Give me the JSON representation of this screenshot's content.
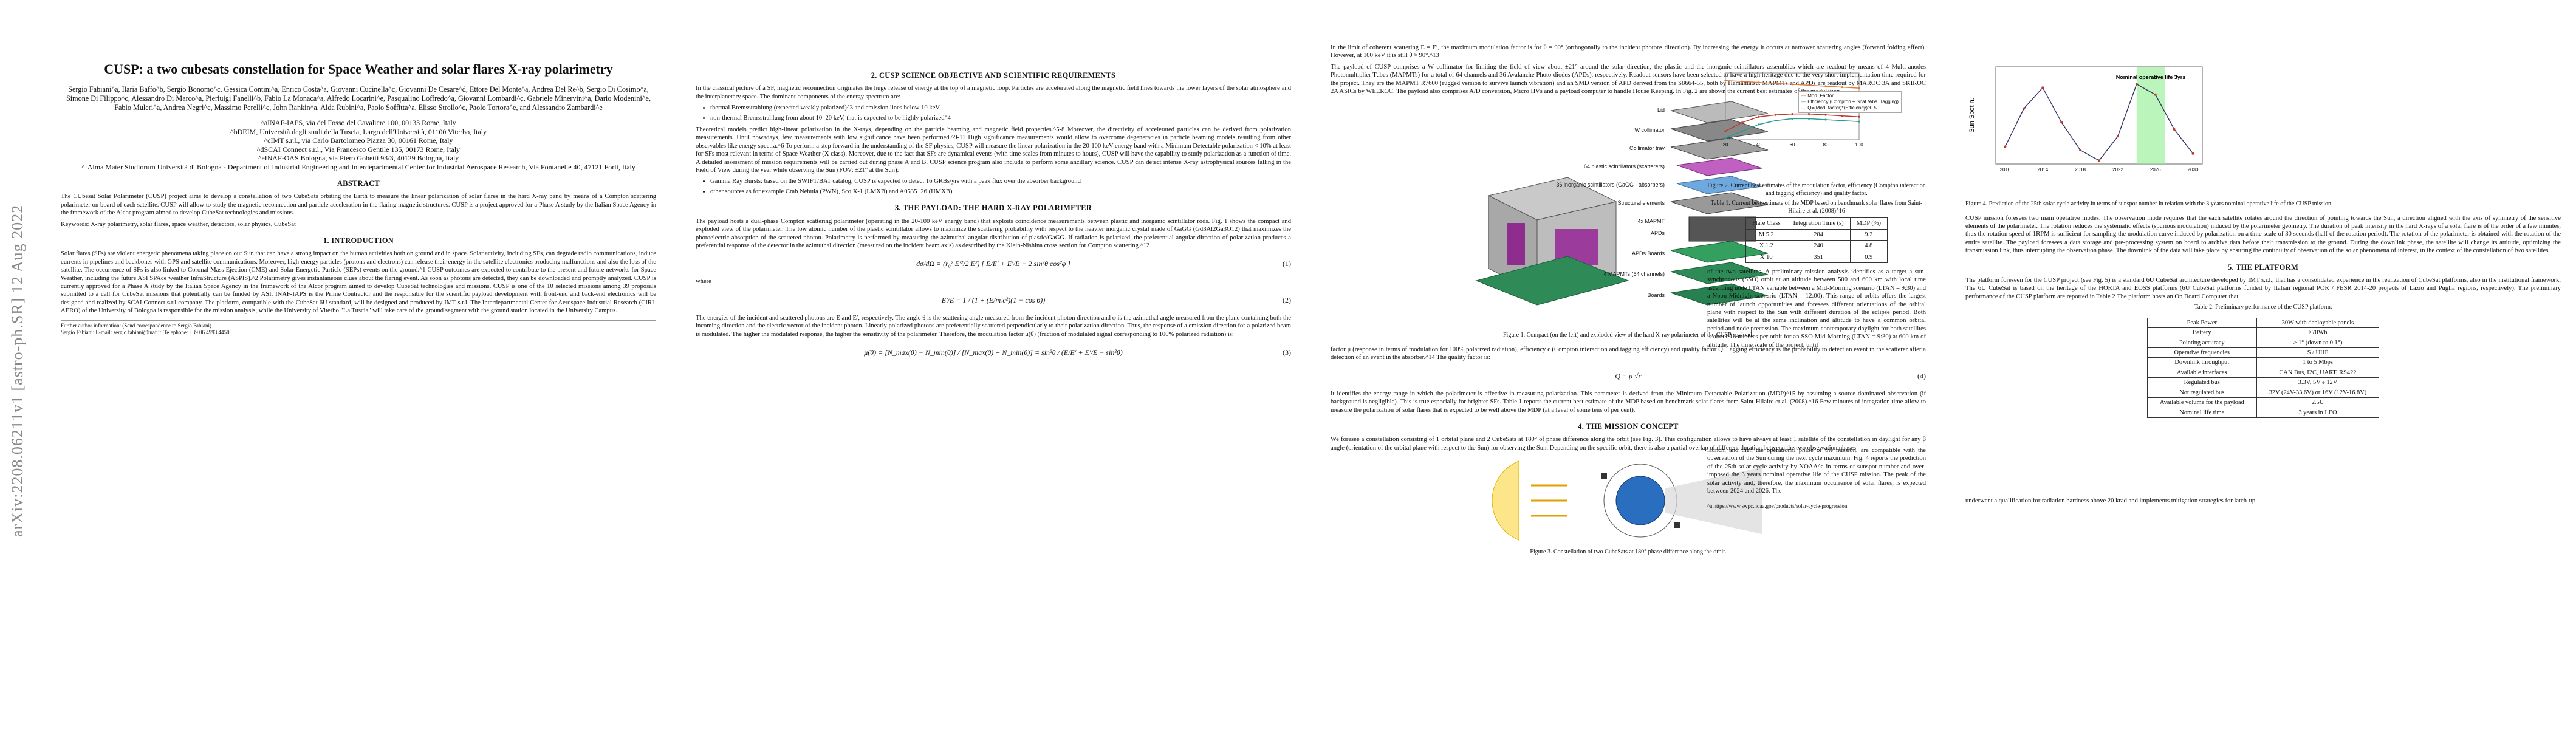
{
  "arxiv_id": "arXiv:2208.06211v1  [astro-ph.SR]  12 Aug 2022",
  "p1": {
    "title": "CUSP: a two cubesats constellation for Space Weather and solar flares X-ray polarimetry",
    "authors": "Sergio Fabiani^a, Ilaria Baffo^b, Sergio Bonomo^c, Gessica Contini^a, Enrico Costa^a, Giovanni Cucinella^c, Giovanni De Cesare^d, Ettore Del Monte^a, Andrea Del Re^b, Sergio Di Cosimo^a, Simone Di Filippo^c, Alessandro Di Marco^a, Pierluigi Fanelli^b, Fabio La Monaca^a, Alfredo Locarini^e, Pasqualino Loffredo^a, Giovanni Lombardi^c, Gabriele Minervini^a, Dario Modenini^e, Fabio Muleri^a, Andrea Negri^c, Massimo Perelli^c, John Rankin^a, Alda Rubini^a, Paolo Soffitta^a, Elisso Strollo^c, Paolo Tortora^e, and Alessandro Zambardi^e",
    "affiliations": [
      "^aINAF-IAPS, via del Fosso del Cavaliere 100, 00133 Rome, Italy",
      "^bDEIM, Università degli studi della Tuscia, Largo dell'Università, 01100 Viterbo, Italy",
      "^cIMT s.r.l., via Carlo Bartolomeo Piazza 30, 00161 Rome, Italy",
      "^dSCAI Connect s.r.l., Via Francesco Gentile 135, 00173 Rome, Italy",
      "^eINAF-OAS Bologna, via Piero Gobetti 93/3, 40129 Bologna, Italy",
      "^fAlma Mater Studiorum Università di Bologna - Department of Industrial Engineering and Interdepartmental Center for Industrial Aerospace Research, Via Fontanelle 40, 47121 Forlì, Italy"
    ],
    "abstract_head": "ABSTRACT",
    "abstract": "The CUbesat Solar Polarimeter (CUSP) project aims to develop a constellation of two CubeSats orbiting the Earth to measure the linear polarization of solar flares in the hard X-ray band by means of a Compton scattering polarimeter on board of each satellite. CUSP will allow to study the magnetic reconnection and particle acceleration in the flaring magnetic structures. CUSP is a project approved for a Phase A study by the Italian Space Agency in the framework of the Alcor program aimed to develop CubeSat technologies and missions.",
    "keywords": "Keywords: X-ray polarimetry, solar flares, space weather, detectors, solar physics, CubeSat",
    "intro_head": "1. INTRODUCTION",
    "intro": "Solar flares (SFs) are violent energetic phenomena taking place on our Sun that can have a strong impact on the human activities both on ground and in space. Solar activity, including SFs, can degrade radio communications, induce currents in pipelines and backbones with GPS and satellite communications. Moreover, high-energy particles (protons and electrons) can release their energy in the satellite electronics producing malfunctions and also the loss of the satellite. The occurrence of SFs is also linked to Coronal Mass Ejection (CME) and Solar Energetic Particle (SEPs) events on the ground.^1 CUSP outcomes are expected to contribute to the present and future networks for Space Weather, including the future ASI SPAce weather InfraStructure (ASPIS).^2 Polarimetry gives instantaneous clues about the flaring event. As soon as photons are detected, they can be downloaded and promptly analyzed. CUSP is currently approved for a Phase A study by the Italian Space Agency in the framework of the Alcor program aimed to develop CubeSat technologies and missions. CUSP is one of the 10 selected missions among 39 proposals submitted to a call for CubeSat missions that potentially can be funded by ASI. INAF-IAPS is the Prime Contractor and the responsible for the scientific payload development with front-end and back-end electronics will be designed and realized by SCAI Connect s.r.l company. The platform, compatible with the CubeSat 6U standard, will be designed and produced by IMT s.r.l. The Interdepartmental Center for Aerospace Industrial Research (CIRI-AERO) of the University of Bologna is responsible for the mission analysis, while the University of Viterbo \"La Tuscia\" will take care of the ground segment with the ground station located in the University Campus.",
    "footnote": "Further author information: (Send correspondence to Sergio Fabiani)\nSergio Fabiani: E-mail: sergio.fabiani@inaf.it, Telephone: +39 06 4993 4450"
  },
  "p2": {
    "s2_head": "2. CUSP SCIENCE OBJECTIVE AND SCIENTIFIC REQUIREMENTS",
    "s2_p1": "In the classical picture of a SF, magnetic reconnection originates the huge release of energy at the top of a magnetic loop. Particles are accelerated along the magnetic field lines towards the lower layers of the solar atmosphere and the interplanetary space. The dominant components of the energy spectrum are:",
    "s2_items": [
      "thermal Bremsstrahlung (expected weakly polarized)^3 and emission lines below 10 keV",
      "non-thermal Bremsstrahlung from about 10–20 keV, that is expected to be highly polarized^4"
    ],
    "s2_p2": "Theoretical models predict high-linear polarization in the X-rays, depending on the particle beaming and magnetic field properties.^5-8 Moreover, the directivity of accelerated particles can be derived from polarization measurements. Until nowadays, few measurements with low significance have been performed.^9-11 High significance measurements would allow to overcome degeneracies in particle beaming models resulting from other observables like energy spectra.^6 To perform a step forward in the understanding of the SF physics, CUSP will measure the linear polarization in the 20-100 keV energy band with a Minimum Detectable polarization < 10% at least for SFs most relevant in terms of Space Weather (X class). Moreover, due to the fact that SFs are dynamical events (with time scales from minutes to hours), CUSP will have the capability to study polarization as a function of time. A detailed assessment of mission requirements will be carried out during phase A and B. CUSP science program also include to perform some ancillary science. CUSP can detect intense X-ray astrophysical sources falling in the Field of View during the year while observing the Sun (FOV: ±21° at the Sun):",
    "s2_items2": [
      "Gamma Ray Bursts: based on the SWIFT/BAT catalog, CUSP is expected to detect 16 GRBs/yrs with a peak flux over the absorber background",
      "other sources as for example Crab Nebula (PWN), Sco X-1 (LMXB) and A0535+26 (HMXB)"
    ],
    "s3_head": "3. THE PAYLOAD: THE HARD X-RAY POLARIMETER",
    "s3_p1": "The payload hosts a dual-phase Compton scattering polarimeter (operating in the 20-100 keV energy band) that exploits coincidence measurements between plastic and inorganic scintillator rods. Fig. 1 shows the compact and exploded view of the polarimeter. The low atomic number of the plastic scintillator allows to maximize the scattering probability with respect to the heavier inorganic crystal made of GaGG (Gd3Al2Ga3O12) that maximizes the photoelectric absorption of the scattered photon. Polarimetry is performed by measuring the azimuthal angular distribution of plastic/GaGG. If radiation is polarized, the preferential angular direction of polarization produces a preferential response of the detector in the azimuthal direction (measured on the incident beam axis) as described by the Klein-Nishina cross section for Compton scattering.^12",
    "eq1": "dσ/dΩ = (r₀² E′²/2 E²) [ E/E′ + E′/E − 2 sin²θ cos²φ ]",
    "eq1_num": "(1)",
    "where": "where",
    "eq2": "E′/E = 1 / (1 + (E/mₑc²)(1 − cos θ))",
    "eq2_num": "(2)",
    "s3_p2": "The energies of the incident and scattered photons are E and E′, respectively. The angle θ is the scattering angle measured from the incident photon direction and φ is the azimuthal angle measured from the plane containing both the incoming direction and the electric vector of the incident photon. Linearly polarized photons are preferentially scattered perpendicularly to their polarization direction. Thus, the response of a emission direction for a polarized beam is modulated. The higher the modulated response, the higher the sensitivity of the polarimeter. Therefore, the modulation factor μ(θ) (fraction of modulated signal corresponding to 100% polarized radiation) is:",
    "eq3": "μ(θ) = [N_max(θ) − N_min(θ)] / [N_max(θ) + N_min(θ)] = sin²θ / (E/E′ + E′/E − sin²θ)",
    "eq3_num": "(3)"
  },
  "p3": {
    "text1": "In the limit of coherent scattering E = E′, the maximum modulation factor is for θ = 90° (orthogonally to the incident photons direction). By increasing the energy it occurs at narrower scattering angles (forward folding effect). However, at 100 keV it is still θ ≈ 90°.^13",
    "text2": "The payload of CUSP comprises a W collimator for limiting the field of view about ±21° around the solar direction, the plastic and the inorganic scintillators assemblies which are readout by means of 4 Multi-anodes Photomultiplier Tubes (MAPMTs) for a total of 64 channels and 36 Avalanche Photo-diodes (APDs), respectively. Readout sensors have been selected to have a high heritage due to the very short implementation time required for the project. They are the MAPMT R7600 (rugged version to survive launch vibration) and an SMD version of APD derived from the S8664-55, both by Hamamatsu. MAPMTs and APDs are readout by MAROC 3A and SKIROC 2A ASICs by WEEROC. The payload also comprises A/D conversion, Micro HVs and a payload computer to handle House Keeping. In Fig. 2 are shown the current best estimates of the modulation",
    "fig1_labels": [
      "Lid",
      "W collimator",
      "Collimator tray",
      "64 plastic scintillators (scatterers)",
      "36 inorganic scintillators (GaGG - absorbers)",
      "Structural elements",
      "4x MAPMT",
      "APDs",
      "APDs Boards",
      "4 MAPMTs (64 channels)",
      "Boards"
    ],
    "fig1_caption": "Figure 1. Compact (on the left) and exploded view of the hard X-ray polarimeter of the CUSP payload.",
    "text3": "factor μ (response in terms of modulation for 100% polarized radiation), efficiency ϵ (Compton interaction and tagging efficiency) and quality factor Q. Tagging efficiency is the probability to detect an event in the scatterer after a detection of an event in the absorber.^14 The quality factor is:",
    "eq4": "Q = μ √ϵ",
    "eq4_num": "(4)",
    "text4": "It identifies the energy range in which the polarimeter is effective in measuring polarization. This parameter is derived from the Minimum Detectable Polarization (MDP)^15 by assuming a source dominated observation (if background is negligible). This is true especially for brighter SFs. Table 1 reports the current best estimate of the MDP based on benchmark solar flares from Saint-Hilaire et al. (2008).^16 Few minutes of integration time allow to measure the polarization of solar flares that is expected to be well above the MDP (at a level of some tens of per cent).",
    "s4_head": "4. THE MISSION CONCEPT",
    "s4_p1": "We foresee a constellation consisting of 1 orbital plane and 2 CubeSats at 180° of phase difference along the orbit (see Fig. 3). This configuration allows to have always at least 1 satellite of the constellation in daylight for any β angle (orientation of the orbital plane with respect to the Sun) for observing the Sun. Depending on the specific orbit, there is also a partial overlap of different duration between the two observation phases",
    "fig2_legend": [
      "Mod. Factor",
      "Efficiency (Compton + Scat./Abs. Tagging)",
      "Q=(Mod. factor)*(Efficiency)^0.5"
    ],
    "fig2_caption": "Figure 2. Current best estimates of the modulation factor, efficiency (Compton interaction and tagging efficiency) and quality factor.",
    "table1_caption": "Table 1. Current best estimate of the MDP based on benchmark solar flares from Saint-Hilaire et al. (2008)^16",
    "table1_head": [
      "Flare Class",
      "Integration Time (s)",
      "MDP (%)"
    ],
    "table1_rows": [
      [
        "M 5.2",
        "284",
        "9.2"
      ],
      [
        "X 1.2",
        "240",
        "4.8"
      ],
      [
        "X 10",
        "351",
        "0.9"
      ]
    ],
    "text5": "of the two satellites. A preliminary mission analysis identifies as a target a sun-synchronous (SSO) orbit at an altitude between 500 and 600 km with local time ascending node LTAN variable between a Mid-Morning scenario (LTAN = 9:30) and a Noon-Midnight scenario (LTAN = 12:00). This range of orbits offers the largest number of launch opportunities and foresees different orientations of the orbital plane with respect to the Sun with different duration of the eclipse period. Both satellites will be at the same inclination and altitude to have a common orbital period and node precession. The maximum contemporary daylight for both satellites is about 16 minutes per orbit for an SSO Mid-Morning (LTAN = 9:30) at 600 km of altitude. The time scale of the project, until",
    "fig3_caption": "Figure 3. Constellation of two CubeSats at 180° phase difference along the orbit.",
    "text6": "launch, and then the operational phase of the mission, are compatible with the observation of the Sun during the next cycle maximum. Fig. 4 reports the prediction of the 25th solar cycle activity by NOAA^a in terms of sunspot number and over-imposed the 3 years nominal operative life of the CUSP mission. The peak of the solar activity and, therefore, the maximum occurrence of solar flares, is expected between 2024 and 2026. The",
    "footnote": "^a https://www.swpc.noaa.gov/products/solar-cycle-progression"
  },
  "p4": {
    "fig4_ylabel": "Sun Spot n.",
    "fig4_box": "Nominal operative life 3yrs",
    "fig4_caption": "Figure 4. Prediction of the 25th solar cycle activity in terms of sunspot number in relation with the 3 years nominal operative life of the CUSP mission.",
    "text1": "CUSP mission foresees two main operative modes. The observation mode requires that the each satellite rotates around the direction of pointing towards the Sun, a direction aligned with the axis of symmetry of the sensitive elements of the polarimeter. The rotation reduces the systematic effects (spurious modulation) induced by the polarimeter geometry. The duration of peak intensity in the hard X-rays of a solar flare is of the order of a few minutes, thus the rotation speed of 1RPM is sufficient for sampling the modulation curve induced by polarization on a time scale of 30 seconds (half of the rotation period). The rotation of the polarimeter is obtained with the rotation of the entire satellite. The payload foresees a data storage and pre-processing system on board to archive data before their transmission to the ground. During the downlink phase, the satellite will change its attitude, optimizing the transmission link, thus interrupting the observation phase. The downlink of the data will take place by ensuring the continuity of observation of the solar phenomena of interest, in the context of the constellation of two satellites.",
    "s5_head": "5. THE PLATFORM",
    "s5_p1": "The platform foreseen for the CUSP project (see Fig. 5) is a standard 6U CubeSat architecture developed by IMT s.r.l., that has a consolidated experience in the realization of CubeSat platforms, also in the institutional framework. The 6U CubeSat is based on the heritage of the HORTA and EOSS platforms (6U CubeSat platforms funded by Italian regional POR / FESR 2014-20 projects of Lazio and Puglia regions, respectively). The preliminary performance of the CUSP platform are reported in Table 2 The platform hosts an On Board Computer that",
    "table2_caption": "Table 2. Preliminary performance of the CUSP platform.",
    "table2_rows": [
      [
        "Peak Power",
        "30W with deployable panels"
      ],
      [
        "Battery",
        ">70Wh"
      ],
      [
        "Pointing accuracy",
        "> 1° (down to 0.1°)"
      ],
      [
        "Operative frequencies",
        "S / UHF"
      ],
      [
        "Downlink throughput",
        "1 to 5 Mbps"
      ],
      [
        "Available interfaces",
        "CAN Bus, I2C, UART, RS422"
      ],
      [
        "Regulated bus",
        "3.3V, 5V e 12V"
      ],
      [
        "Not regulated bus",
        "32V (24V-33.6V) or 16V (12V-16.8V)"
      ],
      [
        "Available volume for the payload",
        "2.5U"
      ],
      [
        "Nominal life time",
        "3 years in LEO"
      ]
    ],
    "bottom": "underwent a qualification for radiation hardness above 20 krad and implements mitigation strategies for latch-up"
  },
  "chart_data": [
    {
      "type": "line",
      "title": "",
      "xlabel": "",
      "ylabel": "",
      "x": [
        20,
        30,
        40,
        50,
        60,
        70,
        80,
        90,
        100
      ],
      "series": [
        {
          "name": "Mod. Factor",
          "values": [
            0.62,
            0.61,
            0.6,
            0.59,
            0.58,
            0.57,
            0.56,
            0.55,
            0.54
          ]
        },
        {
          "name": "Efficiency (Compton + Scat./Abs. Tagging)",
          "values": [
            0.02,
            0.09,
            0.16,
            0.2,
            0.22,
            0.22,
            0.21,
            0.2,
            0.19
          ]
        },
        {
          "name": "Q=(Mod. factor)*(Efficiency)^0.5",
          "values": [
            0.09,
            0.18,
            0.24,
            0.26,
            0.27,
            0.27,
            0.26,
            0.25,
            0.24
          ]
        }
      ],
      "colors": [
        "#e07b39",
        "#2a9d8f",
        "#c0392b"
      ]
    },
    {
      "type": "line",
      "title": "",
      "ylabel": "Sun Spot n.",
      "x": [
        2010,
        2012,
        2014,
        2016,
        2018,
        2020,
        2022,
        2024,
        2026,
        2028,
        2030
      ],
      "series": [
        {
          "name": "",
          "values": [
            25,
            80,
            110,
            60,
            20,
            5,
            40,
            115,
            100,
            50,
            15
          ]
        }
      ],
      "colors": [
        "#333366",
        "#c0392b",
        "#90ee90"
      ]
    }
  ]
}
